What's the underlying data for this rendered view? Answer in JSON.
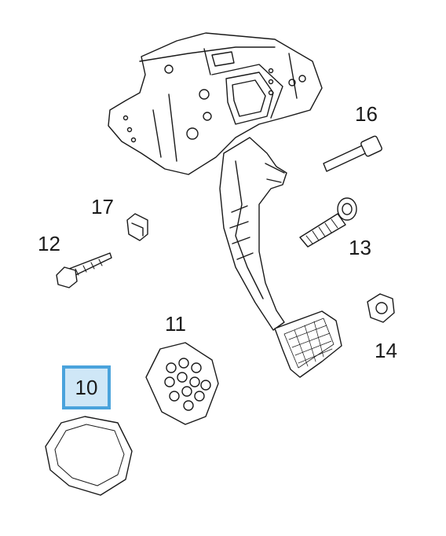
{
  "callouts": {
    "p10": "10",
    "p11": "11",
    "p12": "12",
    "p13": "13",
    "p14": "14",
    "p16": "16",
    "p17": "17"
  },
  "highlight": {
    "part": "10",
    "border_color": "#4aa3dc",
    "fill_color": "#cfe7f7"
  },
  "line_color": "#1a1a1a"
}
